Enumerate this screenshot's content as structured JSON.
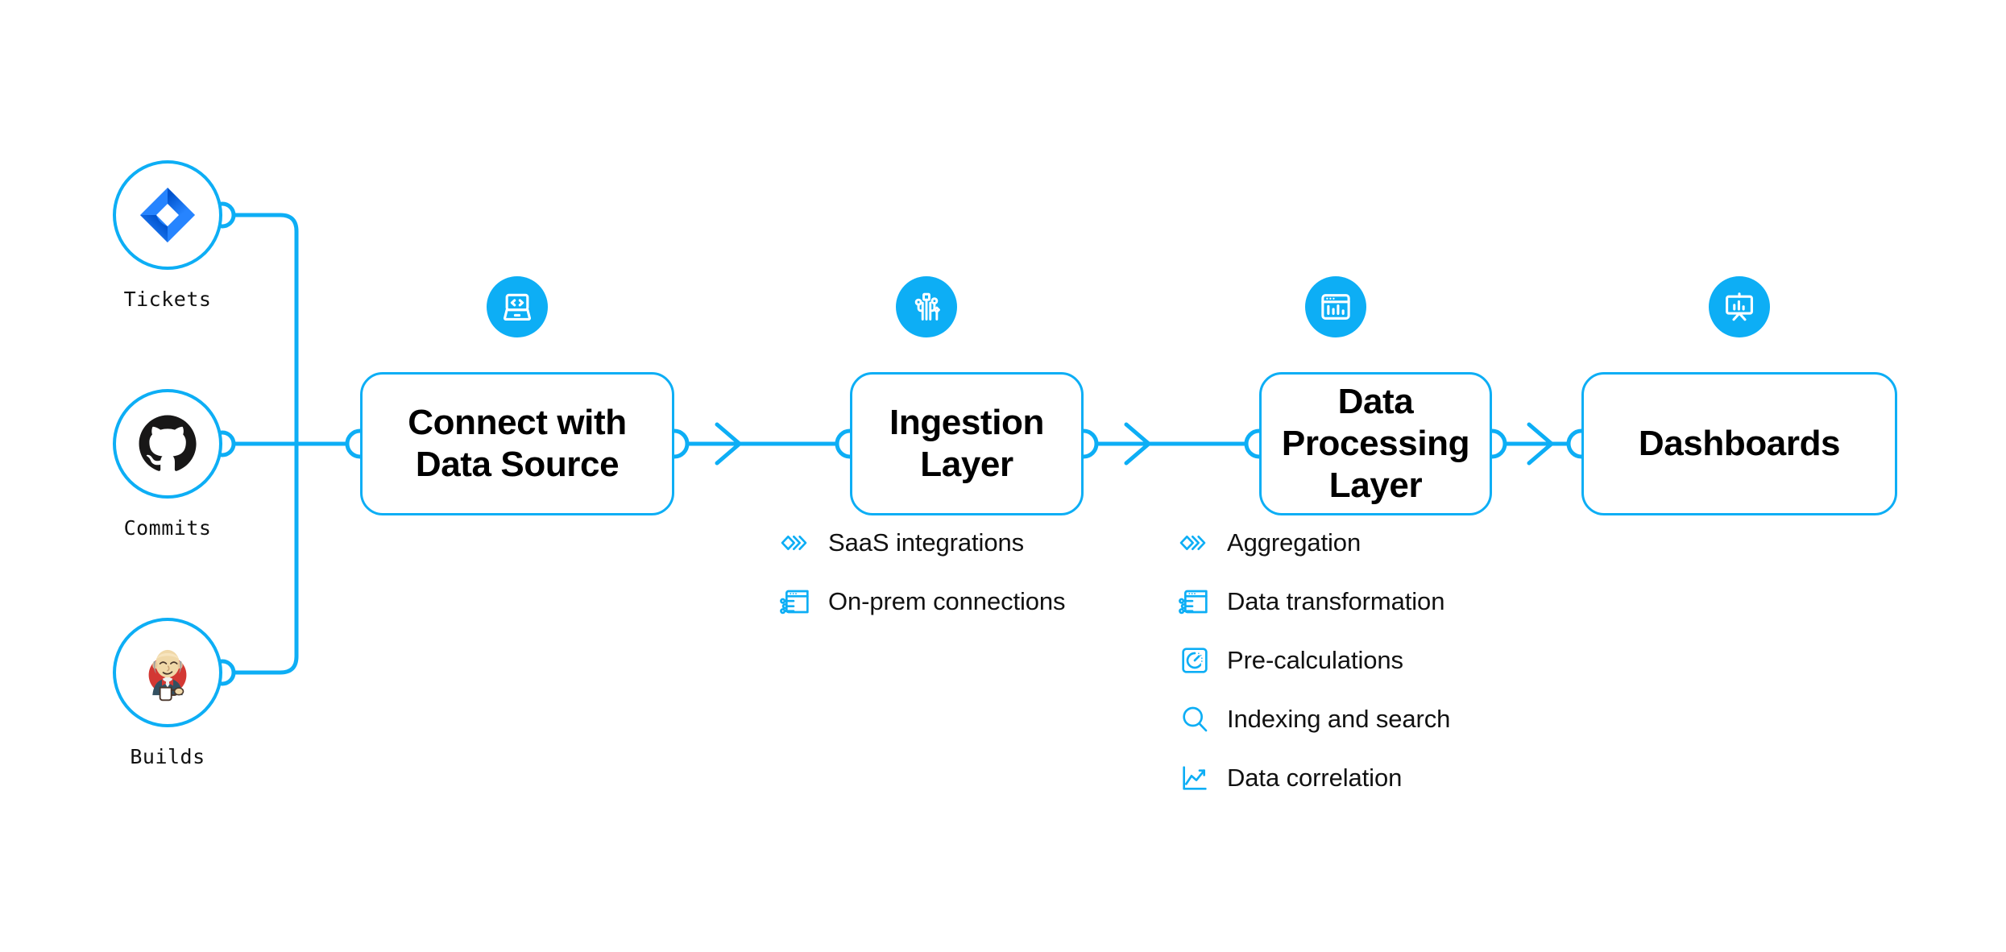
{
  "theme": {
    "accent": "#0DAEF5",
    "background": "#FFFFFF",
    "text": "#111111",
    "jira_blue": "#2684FF",
    "jira_blue_dark": "#0052CC",
    "github_black": "#181717",
    "jenkins_red": "#D33833"
  },
  "sources": [
    {
      "label": "Tickets",
      "icon": "jira-icon"
    },
    {
      "label": "Commits",
      "icon": "github-icon"
    },
    {
      "label": "Builds",
      "icon": "jenkins-icon"
    }
  ],
  "stages": [
    {
      "id": "connect",
      "title": "Connect with\nData Source",
      "badge_icon": "laptop-code-icon",
      "features": []
    },
    {
      "id": "ingestion",
      "title": "Ingestion\nLayer",
      "badge_icon": "circuit-nodes-icon",
      "features": [
        {
          "label": "SaaS integrations",
          "icon": "chevrons-stack-icon"
        },
        {
          "label": "On-prem connections",
          "icon": "browser-sliders-icon"
        }
      ]
    },
    {
      "id": "processing",
      "title": "Data Processing\nLayer",
      "badge_icon": "browser-chart-icon",
      "features": [
        {
          "label": "Aggregation",
          "icon": "chevrons-stack-icon"
        },
        {
          "label": "Data transformation",
          "icon": "browser-sliders-icon"
        },
        {
          "label": "Pre-calculations",
          "icon": "gauge-square-icon"
        },
        {
          "label": "Indexing and search",
          "icon": "magnifier-icon"
        },
        {
          "label": "Data correlation",
          "icon": "line-chart-icon"
        }
      ]
    },
    {
      "id": "dashboards",
      "title": "Dashboards",
      "badge_icon": "presentation-chart-icon",
      "features": []
    }
  ],
  "connectors": {
    "arrow_count": 3,
    "port_count": 9
  }
}
